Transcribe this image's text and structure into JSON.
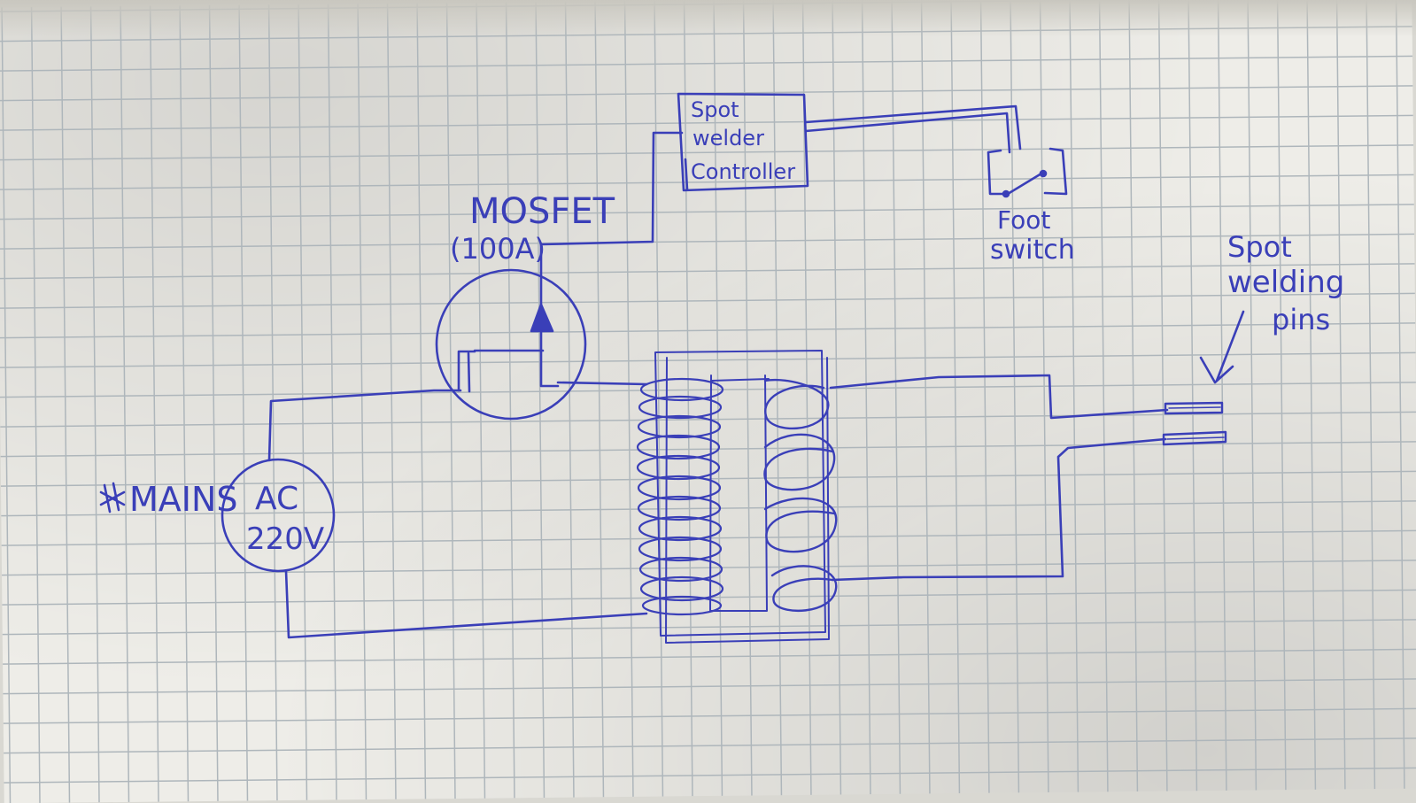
{
  "labels": {
    "mosfet": "MOSFET",
    "mosfet_rating": "(100A)",
    "controller_line1": "Spot",
    "controller_line2": "welder",
    "controller_line3": "Controller",
    "foot_line1": "Foot",
    "foot_line2": "switch",
    "pins_line1": "Spot",
    "pins_line2": "welding",
    "pins_line3": "pins",
    "mains": "MAINS",
    "ac": "AC",
    "voltage": "220V"
  },
  "colors": {
    "ink": "#3a3fb8",
    "paper": "#eeede8",
    "grid": "#aeb6bb"
  }
}
